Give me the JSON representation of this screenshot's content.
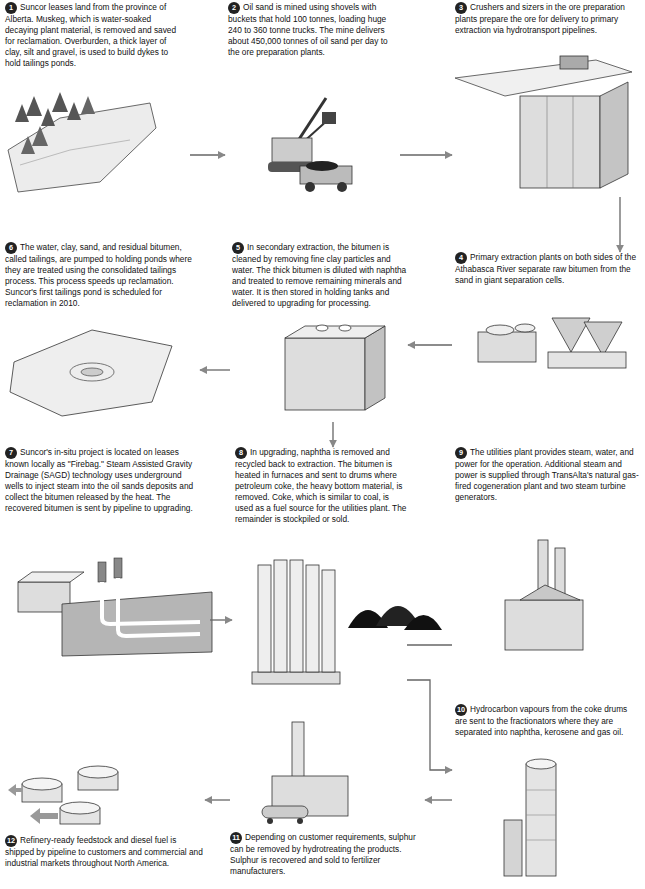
{
  "diagram": {
    "nodes": [
      {
        "text": [
          "1",
          "Suncor leases land from the province of Alberta. Muskeg, which is water-soaked decaying plant material, is removed and saved for reclamation. Overburden, a thick layer of clay, silt and gravel, is used to build dykes to hold tailings ponds."
        ]
      },
      {
        "text": [
          "2",
          "Oil sand is mined using shovels with buckets that hold 100 tonnes, loading huge 240 to 360 tonne trucks. The mine delivers about 450,000 tonnes of oil sand per day to the ore preparation plants."
        ]
      },
      {
        "text": [
          "3",
          "Crushers and sizers in the ore preparation plants prepare the ore for delivery to primary extraction via hydrotransport pipelines."
        ]
      },
      {
        "text": [
          "4",
          "Primary extraction plants on both sides of the Athabasca River separate raw bitumen from the sand in giant separation cells."
        ]
      },
      {
        "text": [
          "5",
          "In secondary extraction, the bitumen is cleaned by removing fine clay particles and water. The thick bitumen is diluted with naphtha and treated to remove remaining minerals and water. It is then stored in holding tanks and delivered to upgrading for processing."
        ]
      },
      {
        "text": [
          "6",
          "The water, clay, sand, and residual bitumen, called tailings, are pumped to holding ponds where they are treated using the consolidated tailings process. This process speeds up reclamation. Suncor's first tailings pond is scheduled for reclamation in 2010."
        ]
      },
      {
        "text": [
          "7",
          "Suncor's in-situ project is located on leases known locally as \"Firebag.\" Steam Assisted Gravity Drainage (SAGD) technology uses underground wells to inject steam into the oil sands deposits and collect the bitumen released by the heat. The recovered bitumen is sent by pipeline to upgrading."
        ]
      },
      {
        "text": [
          "8",
          "In upgrading, naphtha is removed and recycled back to extraction. The bitumen is heated in furnaces and sent to drums where petroleum coke, the heavy bottom material, is removed. Coke, which is similar to coal, is used as a fuel source for the utilities plant. The remainder is stockpiled or sold."
        ]
      },
      {
        "text": [
          "9",
          "The utilities plant provides steam, water, and power for the operation. Additional steam and power is supplied through TransAlta's natural gas-fired cogeneration plant and two steam turbine generators."
        ]
      },
      {
        "text": [
          "10",
          "Hydrocarbon vapours from the coke drums are sent to the fractionators where they are separated into naphtha, kerosene and gas oil."
        ]
      },
      {
        "text": [
          "11",
          "Depending on customer requirements, sulphur can be removed by hydrotreating the products. Sulphur is recovered and sold to fertilizer manufacturers."
        ]
      },
      {
        "text": [
          "12",
          "Refinery-ready feedstock and diesel fuel is shipped by pipeline to customers and commercial and industrial markets throughout North America."
        ]
      }
    ],
    "edges": [
      {
        "from": 0,
        "to": 1,
        "arrow": "to"
      },
      {
        "from": 1,
        "to": 2,
        "arrow": "to"
      },
      {
        "from": 2,
        "to": 3,
        "arrow": "to"
      },
      {
        "from": 3,
        "to": 4,
        "arrow": "to"
      },
      {
        "from": 4,
        "to": 5,
        "arrow": "to"
      },
      {
        "from": 4,
        "to": 7,
        "arrow": "to"
      },
      {
        "from": 6,
        "to": 7,
        "arrow": "to"
      },
      {
        "from": 7,
        "to": 8,
        "arrow": "none"
      },
      {
        "from": 7,
        "to": 9,
        "arrow": "to"
      },
      {
        "from": 9,
        "to": 10,
        "arrow": "to"
      },
      {
        "from": 10,
        "to": 11,
        "arrow": "to"
      }
    ]
  }
}
